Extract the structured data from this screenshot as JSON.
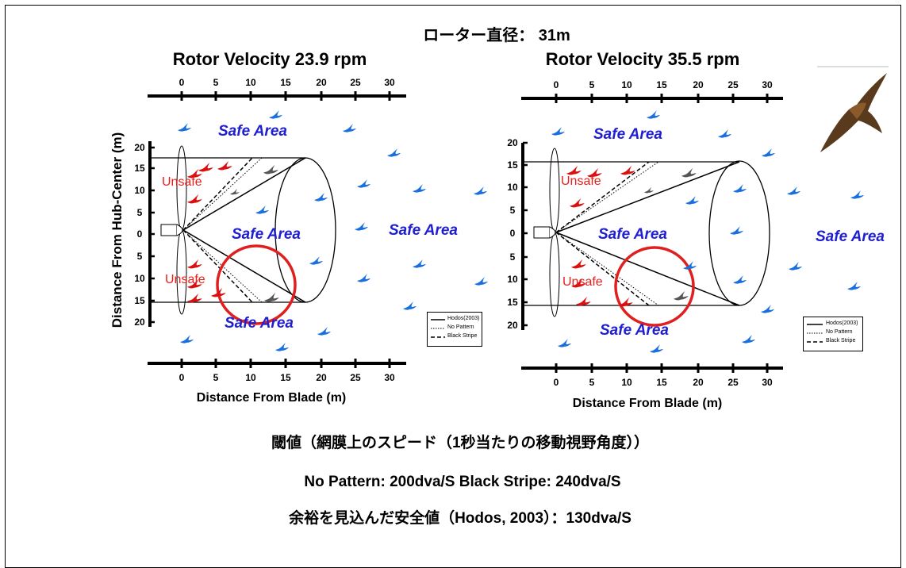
{
  "title": "ローター直径：  31m",
  "panels": [
    {
      "title": "Rotor Velocity 23.9 rpm",
      "x_ticks": [
        "0",
        "5",
        "10",
        "15",
        "20",
        "25",
        "30"
      ],
      "y_ticks_top": [
        "20",
        "15",
        "10",
        "5",
        "0"
      ],
      "y_ticks_bottom": [
        "5",
        "10",
        "15",
        "20"
      ],
      "safe_labels": [
        "Safe Area",
        "Safe Area",
        "Safe Area",
        "Safe Area"
      ],
      "unsafe_labels": [
        "Unsafe",
        "Unsafe"
      ],
      "legend": [
        "Hodos(2003)",
        "No Pattern",
        "Black Stripe"
      ]
    },
    {
      "title": "Rotor Velocity 35.5 rpm",
      "x_ticks": [
        "0",
        "5",
        "10",
        "15",
        "20",
        "25",
        "30"
      ],
      "y_ticks_top": [
        "20",
        "15",
        "10",
        "5",
        "0"
      ],
      "y_ticks_bottom": [
        "5",
        "10",
        "15",
        "20"
      ],
      "safe_labels": [
        "Safe Area",
        "Safe Area",
        "Safe Area",
        "Safe Area"
      ],
      "unsafe_labels": [
        "Unsafe",
        "Unsafe"
      ],
      "legend": [
        "Hodos(2003)",
        "No Pattern",
        "Black Stripe"
      ]
    }
  ],
  "y_axis_label": "Distance From Hub-Center (m)",
  "x_axis_label": "Distance From Blade (m)",
  "notes": [
    "閾値（網膜上のスピード（1秒当たりの移動視野角度））",
    "No Pattern: 200dva/S     Black Stripe: 240dva/S",
    "余裕を見込んだ安全値（Hodos, 2003）：130dva/S"
  ],
  "colors": {
    "safe": "#1f1fd0",
    "unsafe": "#e8201c",
    "bird_blue": "#1a6fe0",
    "bird_red": "#d81010",
    "bird_gray": "#555555",
    "circle": "#e02020"
  },
  "icons": [
    "bird-icon",
    "kite-photo"
  ]
}
